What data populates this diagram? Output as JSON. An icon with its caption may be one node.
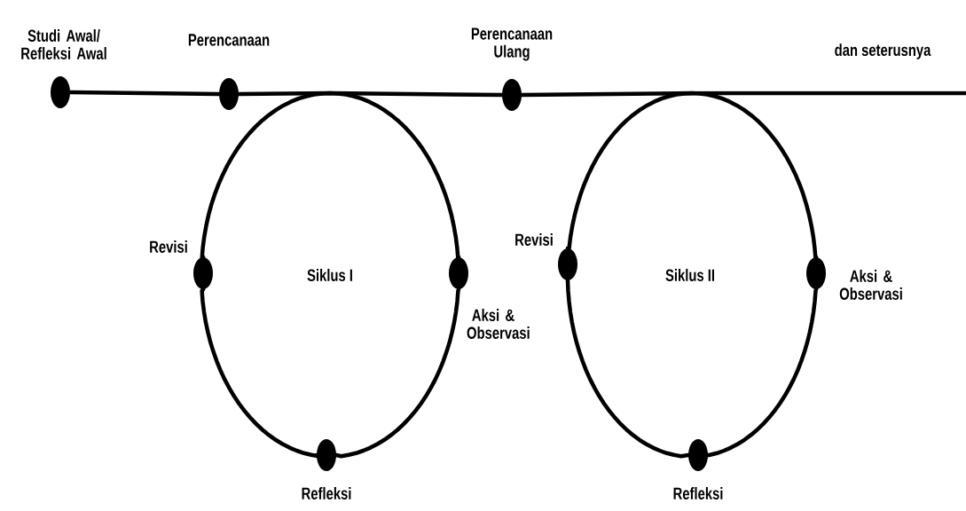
{
  "diagram": {
    "nodes": [
      {
        "text": [],
        "shape": "circle",
        "beside": [
          "Studi Awal/ Refleksi Awal"
        ]
      },
      {
        "text": [],
        "shape": "circle",
        "beside": [
          "Perencanaan"
        ]
      },
      {
        "text": [],
        "shape": "circle",
        "beside": [
          "Aksi & Observasi"
        ]
      },
      {
        "text": [],
        "shape": "circle",
        "beside": [
          "Refleksi"
        ]
      },
      {
        "text": [],
        "shape": "circle",
        "beside": [
          "Revisi"
        ]
      },
      {
        "text": [],
        "shape": "circle",
        "beside": [
          "Perencanaan Ulang"
        ]
      },
      {
        "text": [],
        "shape": "circle",
        "beside": [
          "Aksi & Observasi"
        ]
      },
      {
        "text": [],
        "shape": "circle",
        "beside": [
          "Refleksi"
        ]
      },
      {
        "text": [],
        "shape": "circle",
        "beside": [
          "Revisi"
        ]
      }
    ],
    "edges": [
      {
        "from": 0,
        "to": 1,
        "arrow": "none"
      },
      {
        "from": 1,
        "to": 2,
        "arrow": "none"
      },
      {
        "from": 2,
        "to": 3,
        "arrow": "none"
      },
      {
        "from": 3,
        "to": 4,
        "arrow": "none"
      },
      {
        "from": 4,
        "to": 5,
        "arrow": "none"
      },
      {
        "from": 5,
        "to": 6,
        "arrow": "none"
      },
      {
        "from": 6,
        "to": 7,
        "arrow": "none"
      },
      {
        "from": 7,
        "to": 8,
        "arrow": "none"
      },
      {
        "from": 8,
        "to": null,
        "arrow": "none"
      }
    ],
    "labels": [
      "Siklus I",
      "Siklus II",
      "dan seterusnya"
    ]
  }
}
